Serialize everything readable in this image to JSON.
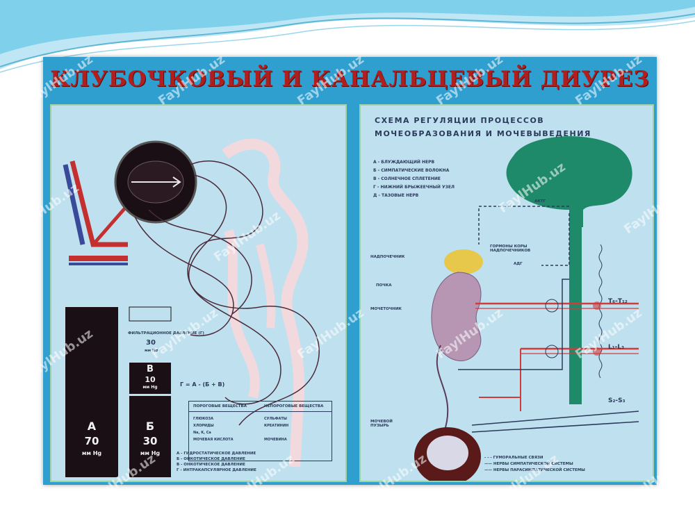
{
  "poster": {
    "title": "КЛУБОЧКОВЫЙ И КАНАЛЬЦЕВЫЙ ДИУРЕЗ"
  },
  "left_panel": {
    "filtration_label": "ФИЛЬТРАЦИОННОЕ ДАВЛЕНИЕ (Г)",
    "filtration_value": "30",
    "filtration_unit": "мм Hg",
    "segment_v": {
      "letter": "В",
      "value": "10",
      "unit": "мм Hg"
    },
    "segment_a": {
      "letter": "А",
      "value": "70",
      "unit": "мм Hg"
    },
    "segment_b": {
      "letter": "Б",
      "value": "30",
      "unit": "мм Hg"
    },
    "formula": "Г = А - (Б + В)",
    "table": {
      "col1_header": "ПОРОГОВЫЕ ВЕЩЕСТВА",
      "col2_header": "НЕПОРОГОВЫЕ ВЕЩЕСТВА",
      "col1_items": [
        "ГЛЮКОЗА",
        "ХЛОРИДЫ",
        "Na, K, Ca",
        "МОЧЕВАЯ КИСЛОТА"
      ],
      "col2_items": [
        "СУЛЬФАТЫ",
        "КРЕАТИНИН",
        "",
        "МОЧЕВИНА"
      ]
    },
    "bottom_legend": [
      "А - ГИДРОСТАТИЧЕСКОЕ ДАВЛЕНИЕ",
      "Б - ОНКОТИЧЕСКОЕ ДАВЛЕНИЕ",
      "В - ОНКОТИЧЕСКОЕ ДАВЛЕНИЕ",
      "Г - ИНТРАКАПСУЛЯРНОЕ ДАВЛЕНИЕ"
    ]
  },
  "right_panel": {
    "scheme_title": "СХЕМА РЕГУЛЯЦИИ ПРОЦЕССОВ МОЧЕОБРАЗОВАНИЯ И МОЧЕВЫВЕДЕНИЯ",
    "legend": [
      "А - БЛУЖДАЮЩИЙ НЕРВ",
      "Б - СИМПАТИЧЕСКИЕ ВОЛОКНА",
      "В - СОЛНЕЧНОЕ СПЛЕТЕНИЕ",
      "Г - НИЖНИЙ БРЫЖЕЕЧНЫЙ УЗЕЛ",
      "Д - ТАЗОВЫЕ НЕРВ"
    ],
    "labels": {
      "actg": "АКТГ",
      "hormones": "ГОРМОНЫ КОРЫ НАДПОЧЕЧНИКОВ",
      "adg": "АДГ",
      "adrenal": "НАДПОЧЕЧНИК",
      "kidney": "ПОЧКА",
      "ureter": "МОЧЕТОЧНИК",
      "bladder": "МОЧЕВОЙ ПУЗЫРЬ",
      "t_level": "Т₆-Т₁₂",
      "l_level": "L₁-L₃",
      "s_level": "S₂-S₃"
    },
    "bottom_legend": [
      "- - - ГУМОРАЛЬНЫЕ СВЯЗИ",
      "—— НЕРВЫ СИМПАТИЧЕСКОЙ СИСТЕМЫ",
      "—— НЕРВЫ ПАРАСИМПАТИЧЕСКОЙ СИСТЕМЫ"
    ]
  },
  "watermark": "FaylHub.uz",
  "colors": {
    "poster_blue": "#2f9fd0",
    "panel_bg": "#bfe0ee",
    "title_red": "#b01e1e",
    "brain_green": "#1f8a6a",
    "nerve_red": "#d33a3a"
  }
}
